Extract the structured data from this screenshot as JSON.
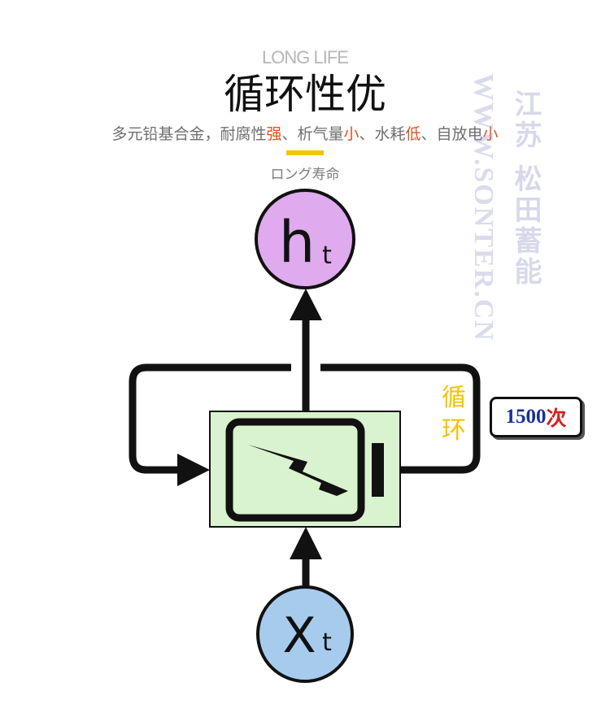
{
  "header": {
    "eng_title": "LONG LIFE",
    "title": "循环性优",
    "subtitle_parts": [
      {
        "text": "多元铅基合金，耐腐性",
        "highlight": false
      },
      {
        "text": "强",
        "highlight": true
      },
      {
        "text": "、析气量",
        "highlight": false
      },
      {
        "text": "小",
        "highlight": true
      },
      {
        "text": "、水耗",
        "highlight": false
      },
      {
        "text": "低",
        "highlight": true
      },
      {
        "text": "、自放电",
        "highlight": false
      },
      {
        "text": "小",
        "highlight": true
      }
    ],
    "jp_subtitle": "ロング寿命"
  },
  "diagram": {
    "output_node": {
      "main": "h",
      "sub": "t"
    },
    "input_node": {
      "main": "X",
      "sub": "t"
    },
    "loop_label_line1": "循",
    "loop_label_line2": "环",
    "cycle_count": "1500",
    "cycle_unit": "次"
  },
  "watermark": {
    "url": "WWW.SONTER.CN",
    "company": "江苏 松田蓄能"
  },
  "colors": {
    "output_node_fill": "#dfaaee",
    "input_node_fill": "#a7cbec",
    "cell_fill": "#d9f3cf",
    "highlight": "#e0531f",
    "accent_yellow": "#f3c400"
  }
}
